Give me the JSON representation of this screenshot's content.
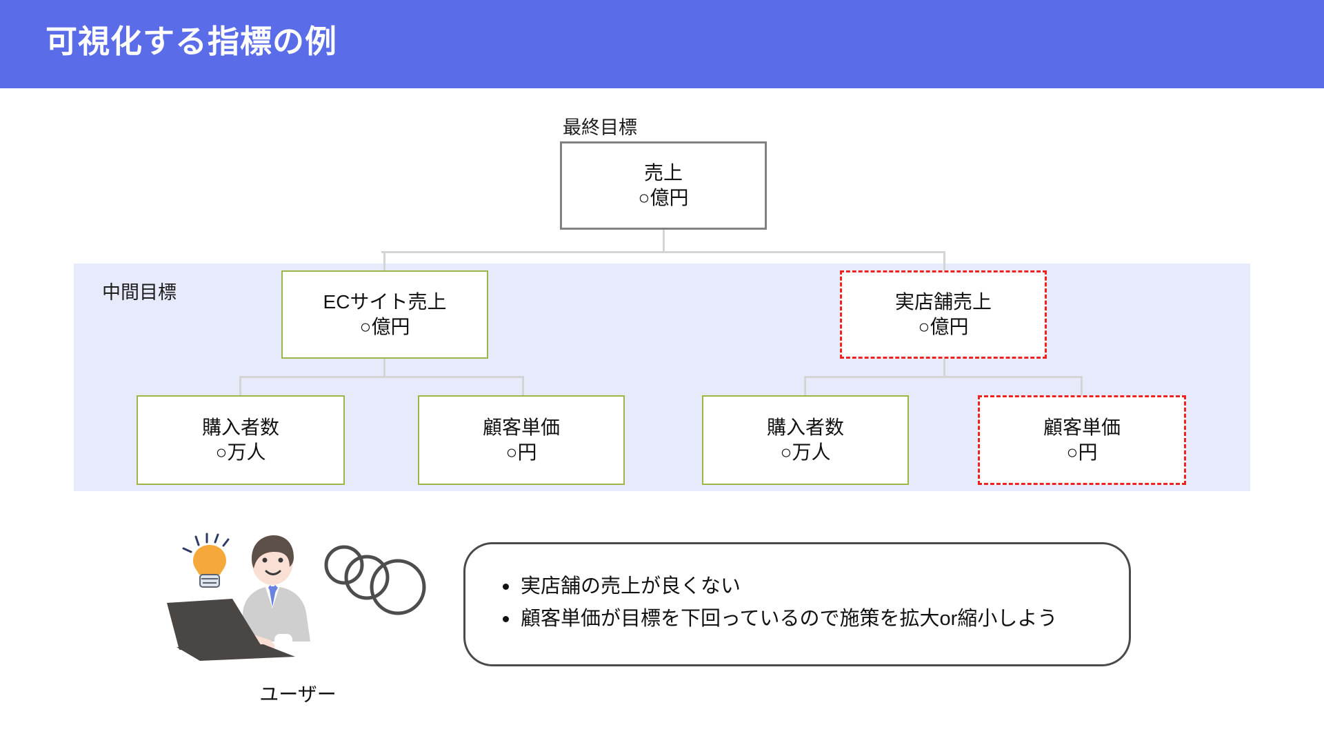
{
  "banner": {
    "title": "可視化する指標の例",
    "color": "#5b6ce8"
  },
  "tiers": {
    "final_label": "最終目標",
    "middle_label": "中間目標",
    "band_color": "#e6eafb"
  },
  "nodes": {
    "sales": {
      "line1": "売上",
      "line2": "○億円",
      "border": "#808080",
      "style": "solid"
    },
    "ec": {
      "line1": "ECサイト売上",
      "line2": "○億円",
      "border": "#9bb547",
      "style": "solid"
    },
    "store": {
      "line1": "実店舗売上",
      "line2": "○億円",
      "border": "#ef2121",
      "style": "dashed"
    },
    "ec_buyers": {
      "line1": "購入者数",
      "line2": "○万人",
      "border": "#9bb547",
      "style": "solid"
    },
    "ec_price": {
      "line1": "顧客単価",
      "line2": "○円",
      "border": "#9bb547",
      "style": "solid"
    },
    "st_buyers": {
      "line1": "購入者数",
      "line2": "○万人",
      "border": "#9bb547",
      "style": "solid"
    },
    "st_price": {
      "line1": "顧客単価",
      "line2": "○円",
      "border": "#ef2121",
      "style": "dashed"
    }
  },
  "illustration": {
    "caption": "ユーザー",
    "icons": [
      "lightbulb-icon",
      "person-at-laptop-icon",
      "thought-bubbles-icon"
    ]
  },
  "callout": {
    "bullets": [
      "実店舗の売上が良くない",
      "顧客単価が目標を下回っているので施策を拡大or縮小しよう"
    ]
  }
}
